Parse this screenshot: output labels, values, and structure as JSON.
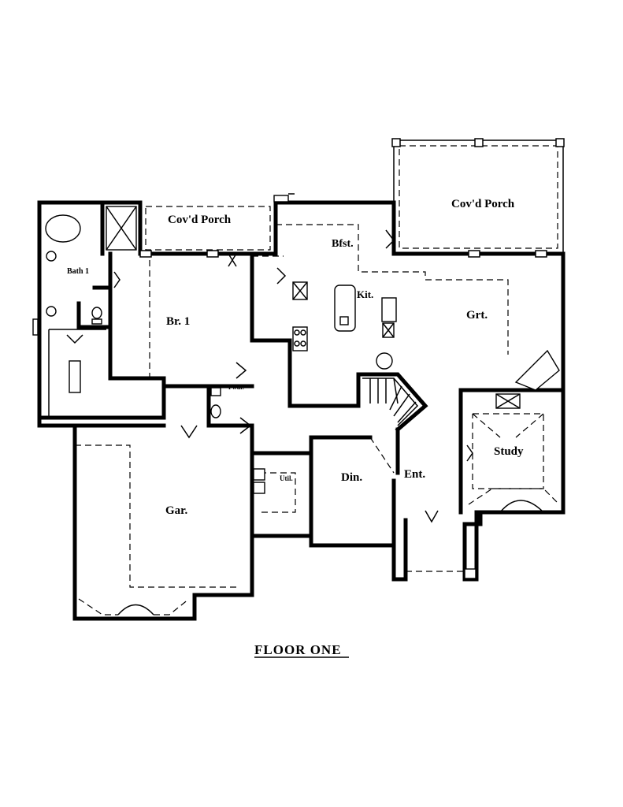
{
  "title": "FLOOR ONE",
  "rooms": {
    "covd_porch_rear_left": "Cov'd Porch",
    "covd_porch_rear_right": "Cov'd Porch",
    "bath1": "Bath 1",
    "br1": "Br. 1",
    "bfst": "Bfst.",
    "kit": "Kit.",
    "grt": "Grt.",
    "pwdr": "Pwdr.",
    "study": "Study",
    "util": "Util.",
    "din": "Din.",
    "ent": "Ent.",
    "gar": "Gar."
  }
}
